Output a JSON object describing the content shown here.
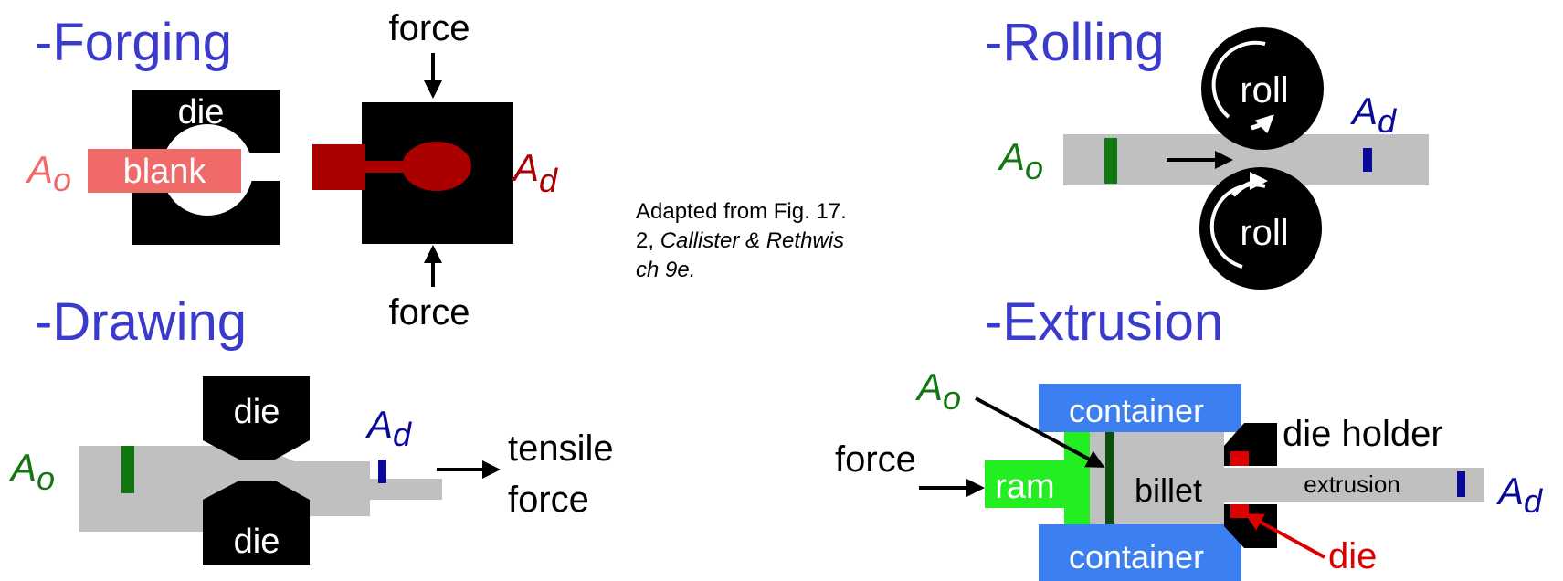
{
  "colors": {
    "title": "#3a3acc",
    "black": "#000000",
    "gray": "#c0c0c0",
    "pink": "#f06a6a",
    "darkred": "#aa0000",
    "green": "#117711",
    "navy": "#0a0a99",
    "blue": "#3b7ff0",
    "ram_green": "#22ee22",
    "red": "#dd0000"
  },
  "forging": {
    "title": "-Forging",
    "force_top": "force",
    "force_bottom": "force",
    "die": "die",
    "blank": "blank",
    "ao_main": "A",
    "ao_sub": "o",
    "ad_main": "A",
    "ad_sub": "d"
  },
  "caption": {
    "line1": "Adapted from Fig. 17.",
    "line2_plain": "2, ",
    "line2_italic": "Callister & Rethwis",
    "line3_italic": "ch 9e."
  },
  "rolling": {
    "title": "-Rolling",
    "roll_top": "roll",
    "roll_bottom": "roll",
    "ao_main": "A",
    "ao_sub": "o",
    "ad_main": "A",
    "ad_sub": "d"
  },
  "drawing": {
    "title": "-Drawing",
    "die_top": "die",
    "die_bottom": "die",
    "tensile_line1": "tensile",
    "tensile_line2": "force",
    "ao_main": "A",
    "ao_sub": "o",
    "ad_main": "A",
    "ad_sub": "d"
  },
  "extrusion": {
    "title": "-Extrusion",
    "container_top": "container",
    "container_bottom": "container",
    "die_holder": "die holder",
    "force": "force",
    "ram": "ram",
    "billet": "billet",
    "extrusion": "extrusion",
    "die": "die",
    "ao_main": "A",
    "ao_sub": "o",
    "ad_main": "A",
    "ad_sub": "d"
  }
}
